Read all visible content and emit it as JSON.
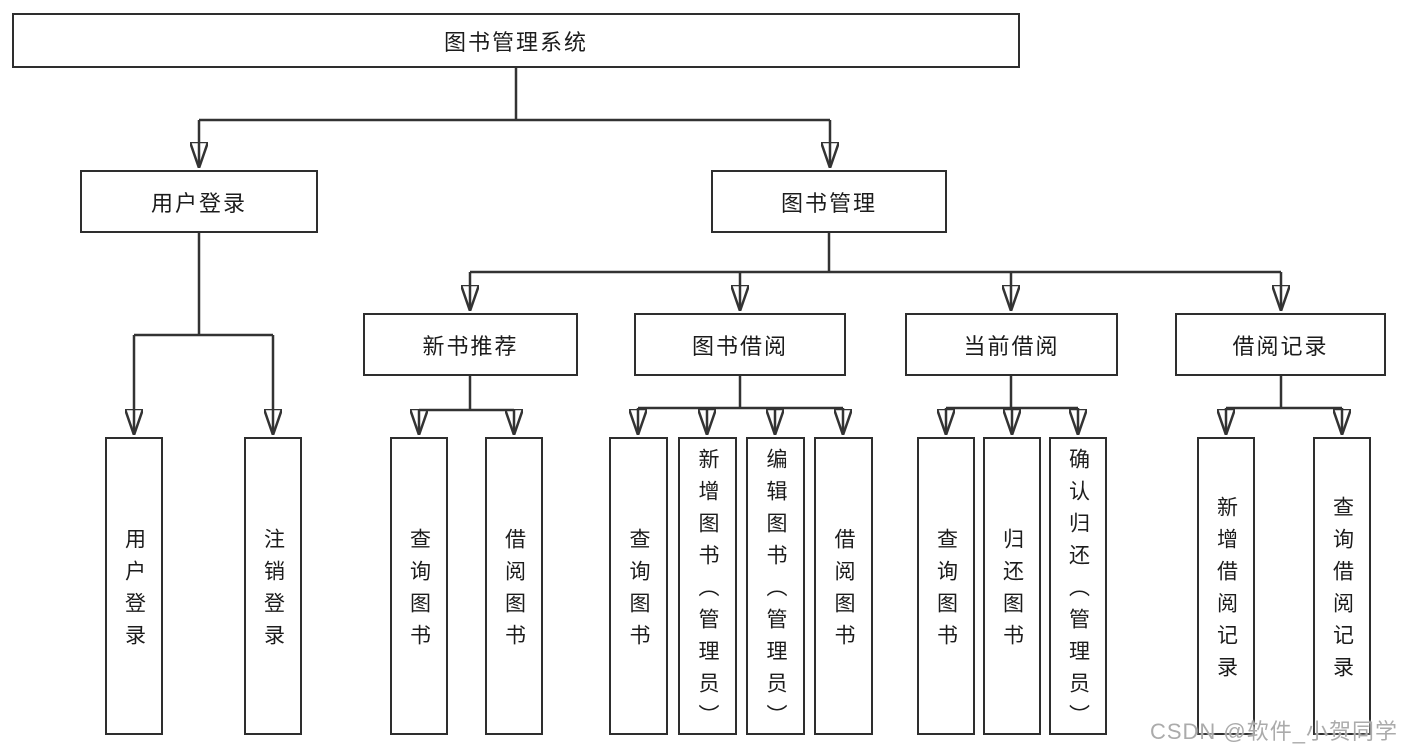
{
  "diagram": {
    "colors": {
      "line": "#333333",
      "box_border": "#2e2e2e",
      "text": "#1c1c1c",
      "watermark": "#ababab"
    },
    "root": {
      "label": "图书管理系统"
    },
    "branches": [
      {
        "label": "用户登录",
        "children": [
          {
            "label": "用户登录"
          },
          {
            "label": "注销登录"
          }
        ]
      },
      {
        "label": "图书管理",
        "children": [
          {
            "label": "新书推荐",
            "children": [
              {
                "label": "查询图书"
              },
              {
                "label": "借阅图书"
              }
            ]
          },
          {
            "label": "图书借阅",
            "children": [
              {
                "label": "查询图书"
              },
              {
                "label": "新增图书（管理员）"
              },
              {
                "label": "编辑图书（管理员）"
              },
              {
                "label": "借阅图书"
              }
            ]
          },
          {
            "label": "当前借阅",
            "children": [
              {
                "label": "查询图书"
              },
              {
                "label": "归还图书"
              },
              {
                "label": "确认归还（管理员）"
              }
            ]
          },
          {
            "label": "借阅记录",
            "children": [
              {
                "label": "新增借阅记录"
              },
              {
                "label": "查询借阅记录"
              }
            ]
          }
        ]
      }
    ],
    "watermark": {
      "text": "CSDN @软件_小贺同学"
    }
  }
}
